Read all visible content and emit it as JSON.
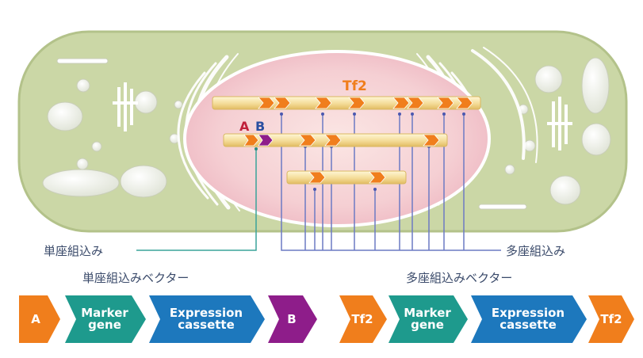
{
  "diagram": {
    "tf2_label": "Tf2",
    "element_a": "A",
    "element_b": "B",
    "single_locus_label": "単座組込み",
    "multi_locus_label": "多座組込み",
    "single_vector_title": "単座組込みベクター",
    "multi_vector_title": "多座組込みベクター"
  },
  "single_vector": {
    "a": "A",
    "marker_line1": "Marker",
    "marker_line2": "gene",
    "expr_line1": "Expression",
    "expr_line2": "cassette",
    "b": "B"
  },
  "multi_vector": {
    "tf2_left": "Tf2",
    "marker_line1": "Marker",
    "marker_line2": "gene",
    "expr_line1": "Expression",
    "expr_line2": "cassette",
    "tf2_right": "Tf2"
  },
  "colors": {
    "cell": "#cbd7a6",
    "nucleus": "#f6d2d6",
    "orange": "#f07e1c",
    "teal": "#1e9a8d",
    "blue": "#1d78bd",
    "purple": "#8e1d8a",
    "line": "#6c7ac4",
    "single_line": "#3aa39a"
  }
}
